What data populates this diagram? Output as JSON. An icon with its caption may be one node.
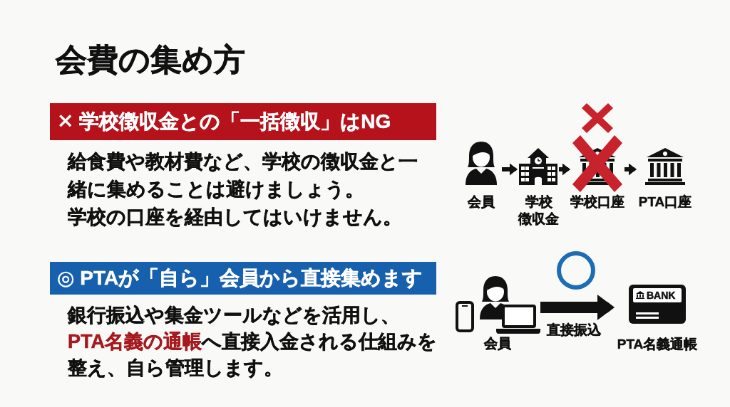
{
  "diagram": {
    "title": "会費の集め方",
    "nodes": [
      {
        "text": [
          "会員"
        ]
      },
      {
        "text": [
          "学校徴収金"
        ]
      },
      {
        "text": [
          "学校口座"
        ]
      },
      {
        "text": [
          "PTA口座"
        ]
      },
      {
        "text": [
          "会員"
        ]
      },
      {
        "text": [
          "BANK",
          "PTA名義通帳"
        ]
      }
    ],
    "edges": [
      {
        "from": 0,
        "to": 1,
        "arrow": "to"
      },
      {
        "from": 1,
        "to": 2,
        "arrow": "to"
      },
      {
        "from": 2,
        "to": 3,
        "arrow": "to"
      },
      {
        "from": 4,
        "to": 5,
        "arrow": "to",
        "label": "直接振込",
        "style": "thick"
      }
    ],
    "labels": [
      "✕ 学校徴収金との「一括徴収」はNG",
      "給食費や教材費など、学校の徴収金と一緒に集めることは避けましょう。",
      "学校の口座を経由してはいけません。",
      "◎ PTAが「自ら」会員から直接集めます",
      "銀行振込や集金ツールなどを活用し、**PTA名義の通帳**へ直接入金される仕組みを整え、自ら管理します。"
    ]
  }
}
